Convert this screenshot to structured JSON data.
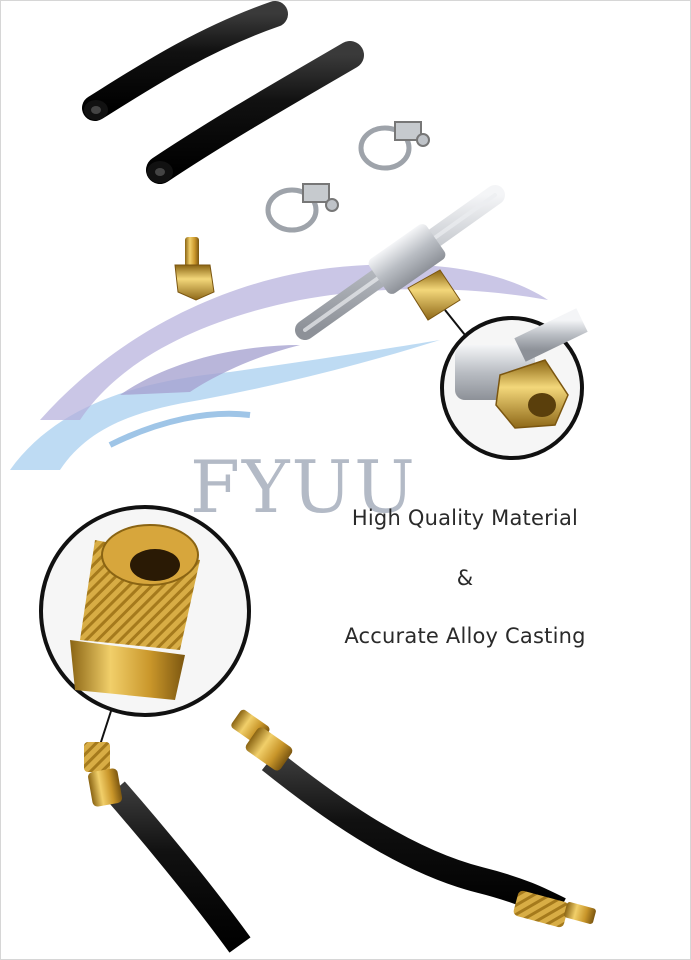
{
  "brand": {
    "watermark_text": "FYUU"
  },
  "captions": {
    "line1": "High Quality Material",
    "line2": "&",
    "line3": "Accurate Alloy Casting"
  },
  "colors": {
    "hose": "#1b1b1b",
    "brass": "#c99a2e",
    "aluminum": "#c9ccd1",
    "watermark_blue": "#7fb2e0",
    "watermark_purple": "#8e86c4",
    "watermark_text": "#9aa3b3"
  },
  "parts": [
    "black-hose",
    "black-hose",
    "hose-clamp",
    "hose-clamp",
    "brass-barb-fitting",
    "aluminum-tee-fitting",
    "charging-hose",
    "charging-hose"
  ]
}
